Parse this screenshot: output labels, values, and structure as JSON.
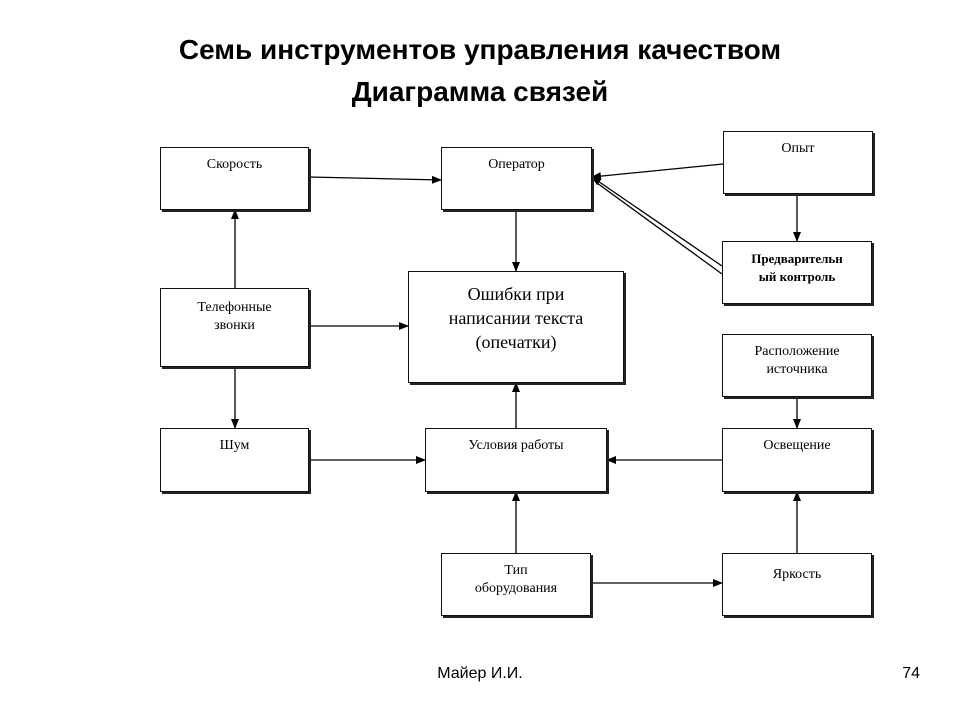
{
  "title_line1": "Семь инструментов управления качеством",
  "title_line2": "Диаграмма связей",
  "nodes": {
    "speed": "Скорость",
    "operator": "Оператор",
    "experience": "Опыт",
    "precheck": "Предварительн\nый контроль",
    "phone": "Телефонные\nзвонки",
    "errors": "Ошибки при\nнаписании текста\n(опечатки)",
    "source": "Расположение\nисточника",
    "noise": "Шум",
    "conditions": "Условия работы",
    "lighting": "Освещение",
    "equipment": "Тип\nоборудования",
    "brightness": "Яркость"
  },
  "footer": {
    "author": "Майер И.И.",
    "page": "74"
  }
}
